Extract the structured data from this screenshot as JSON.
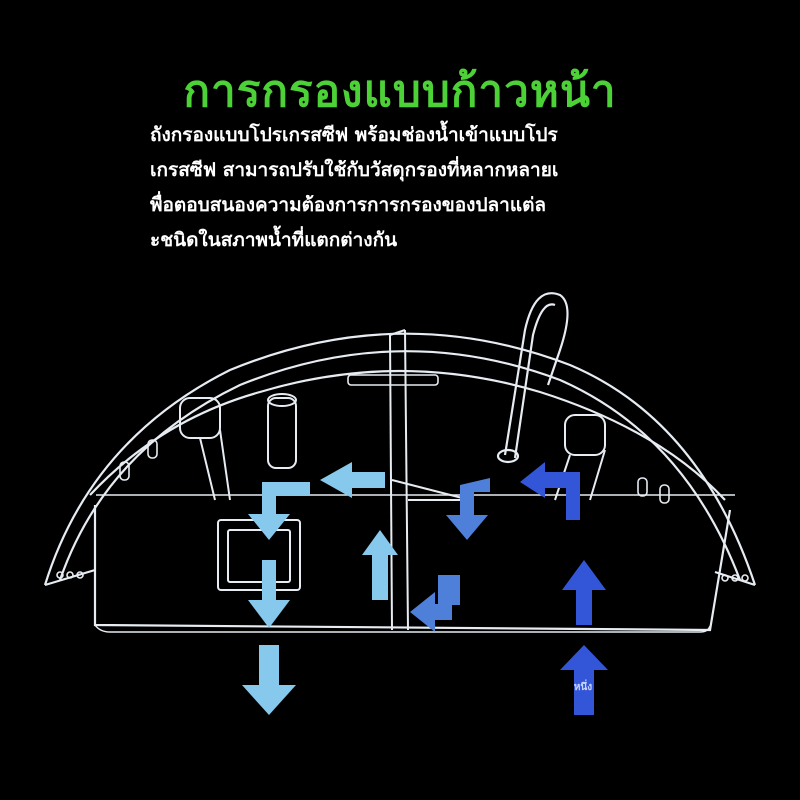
{
  "heading": {
    "title": "การกรองแบบก้าวหน้า",
    "color": "#4cd137"
  },
  "description": {
    "lines": [
      "ถังกรองแบบโปรเกรสซีฟ พร้อมช่องน้ำเข้าแบบโปร",
      "เกรสซีฟ สามารถปรับใช้กับวัสดุกรองที่หลากหลายเ",
      "พื่อตอบสนองความต้องการการกรองของปลาแต่ล",
      "ะชนิดในสภาพน้ำที่แตกต่างกัน"
    ]
  },
  "diagram": {
    "inlet_label": "หนึ่ง",
    "colors": {
      "outline": "#e6ecf2",
      "light_blue_arrow": "#86c9ec",
      "dark_blue_arrow": "#3356d8",
      "mid_blue_arrow": "#4e7fd9"
    }
  }
}
